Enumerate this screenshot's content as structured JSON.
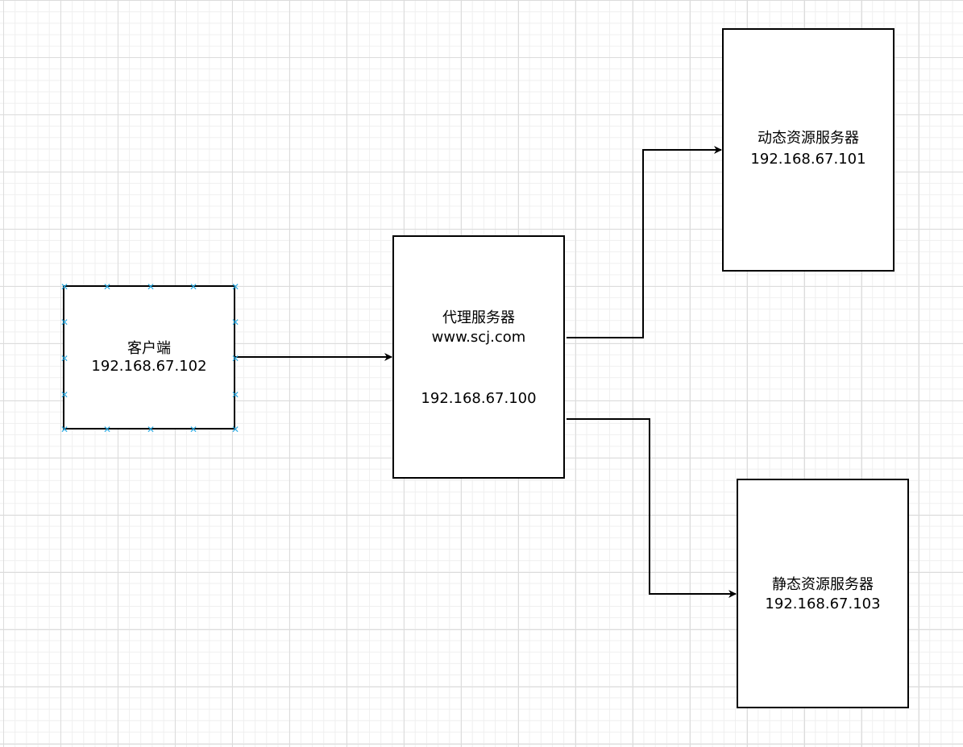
{
  "nodes": {
    "client": {
      "name": "客户端",
      "ip": "192.168.67.102"
    },
    "proxy": {
      "name": "代理服务器",
      "domain": "www.scj.com",
      "ip": "192.168.67.100"
    },
    "dynamic": {
      "name": "动态资源服务器",
      "ip": "192.168.67.101"
    },
    "static": {
      "name": "静态资源服务器",
      "ip": "192.168.67.103"
    }
  },
  "colors": {
    "stroke": "#000000",
    "selection_handle": "#29a8e0",
    "grid": "#dcdcdc"
  },
  "edges": [
    {
      "from": "client",
      "to": "proxy"
    },
    {
      "from": "proxy",
      "to": "dynamic"
    },
    {
      "from": "proxy",
      "to": "static"
    }
  ]
}
